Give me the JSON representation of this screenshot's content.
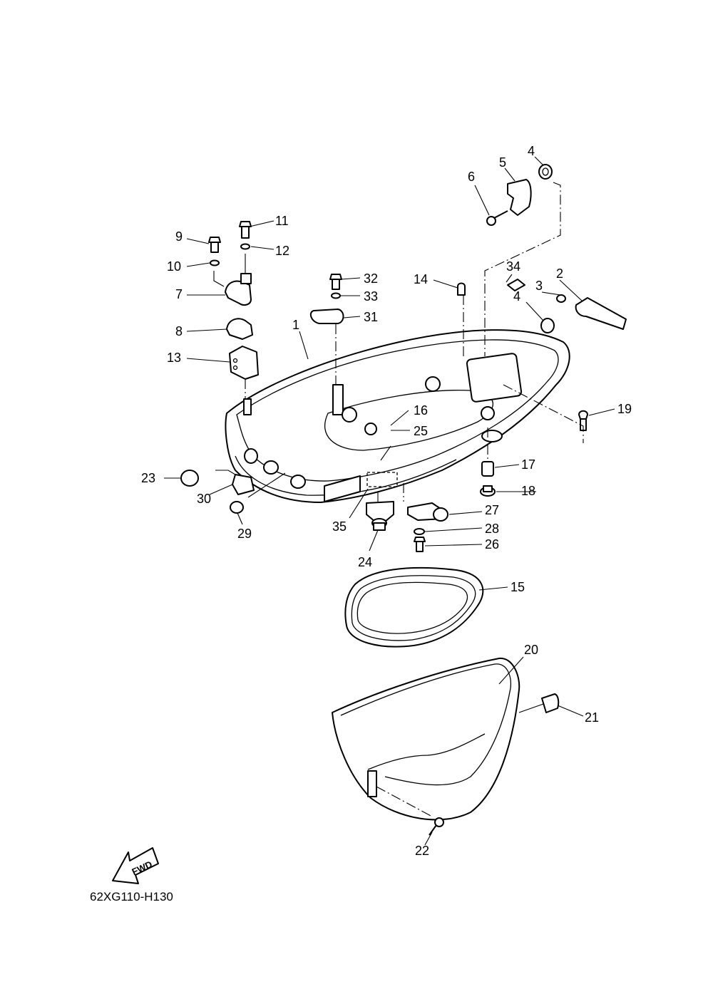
{
  "diagram": {
    "code": "62XG110-H130",
    "fwd_label": "FWD",
    "callouts": [
      {
        "id": "c1",
        "text": "1"
      },
      {
        "id": "c2",
        "text": "2"
      },
      {
        "id": "c3",
        "text": "3"
      },
      {
        "id": "c4a",
        "text": "4"
      },
      {
        "id": "c4b",
        "text": "4"
      },
      {
        "id": "c5",
        "text": "5"
      },
      {
        "id": "c6",
        "text": "6"
      },
      {
        "id": "c7",
        "text": "7"
      },
      {
        "id": "c8",
        "text": "8"
      },
      {
        "id": "c9",
        "text": "9"
      },
      {
        "id": "c10",
        "text": "10"
      },
      {
        "id": "c11",
        "text": "11"
      },
      {
        "id": "c12",
        "text": "12"
      },
      {
        "id": "c13",
        "text": "13"
      },
      {
        "id": "c14",
        "text": "14"
      },
      {
        "id": "c15",
        "text": "15"
      },
      {
        "id": "c16",
        "text": "16"
      },
      {
        "id": "c17",
        "text": "17"
      },
      {
        "id": "c18",
        "text": "18"
      },
      {
        "id": "c19",
        "text": "19"
      },
      {
        "id": "c20",
        "text": "20"
      },
      {
        "id": "c21",
        "text": "21"
      },
      {
        "id": "c22",
        "text": "22"
      },
      {
        "id": "c23",
        "text": "23"
      },
      {
        "id": "c24",
        "text": "24"
      },
      {
        "id": "c25",
        "text": "25"
      },
      {
        "id": "c26",
        "text": "26"
      },
      {
        "id": "c27",
        "text": "27"
      },
      {
        "id": "c28",
        "text": "28"
      },
      {
        "id": "c29",
        "text": "29"
      },
      {
        "id": "c30",
        "text": "30"
      },
      {
        "id": "c31",
        "text": "31"
      },
      {
        "id": "c32",
        "text": "32"
      },
      {
        "id": "c33",
        "text": "33"
      },
      {
        "id": "c34",
        "text": "34"
      },
      {
        "id": "c35",
        "text": "35"
      }
    ]
  }
}
